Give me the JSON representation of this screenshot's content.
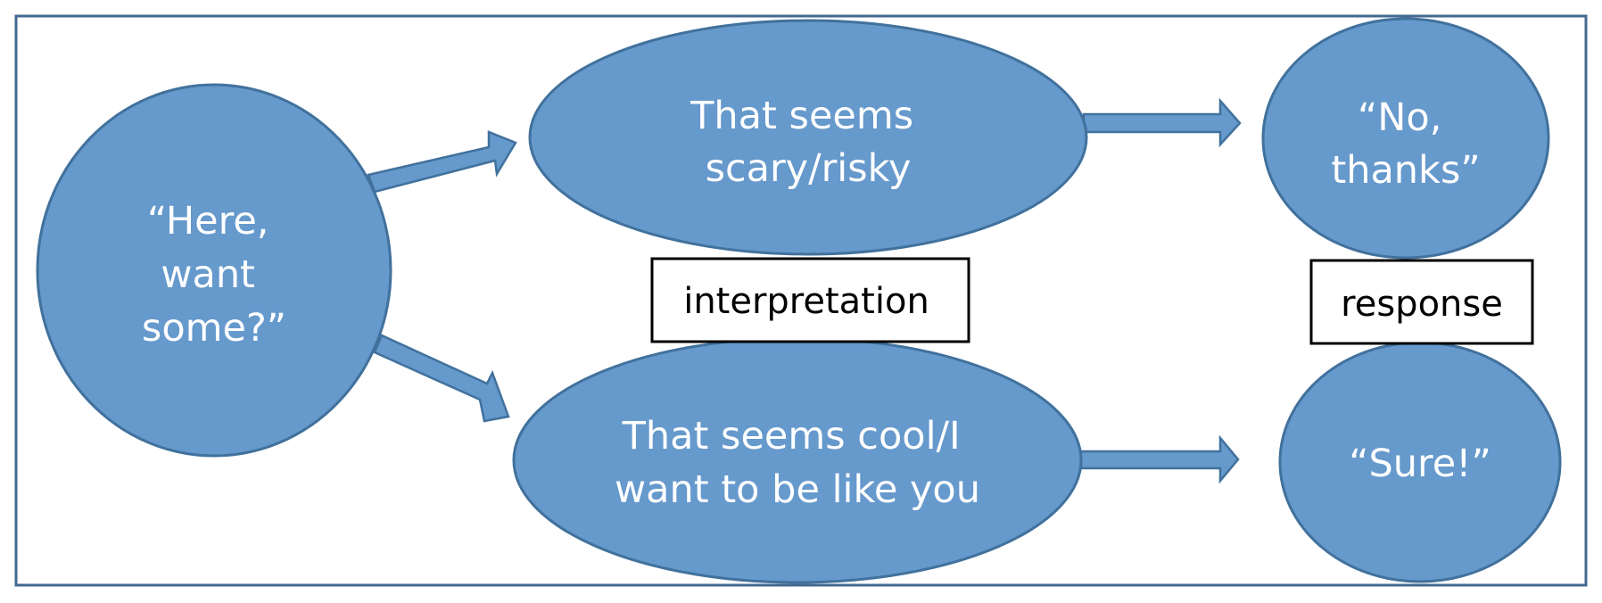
{
  "diagram": {
    "colors": {
      "node_fill": "#6699cc",
      "node_stroke": "#41719c",
      "arrow_fill": "#6699cc",
      "frame_stroke": "#44688f",
      "label_border": "#000000"
    },
    "start_node": {
      "lines": [
        "“Here,",
        "want",
        "some?”"
      ]
    },
    "interpretations": [
      {
        "lines": [
          "That seems",
          "scary/risky"
        ]
      },
      {
        "lines": [
          "That seems cool/I",
          "want to be like you"
        ]
      }
    ],
    "responses": [
      {
        "lines": [
          "“No,",
          "thanks”"
        ]
      },
      {
        "lines": [
          "“Sure!”"
        ]
      }
    ],
    "labels": {
      "interpretation": "interpretation",
      "response": "response"
    }
  }
}
